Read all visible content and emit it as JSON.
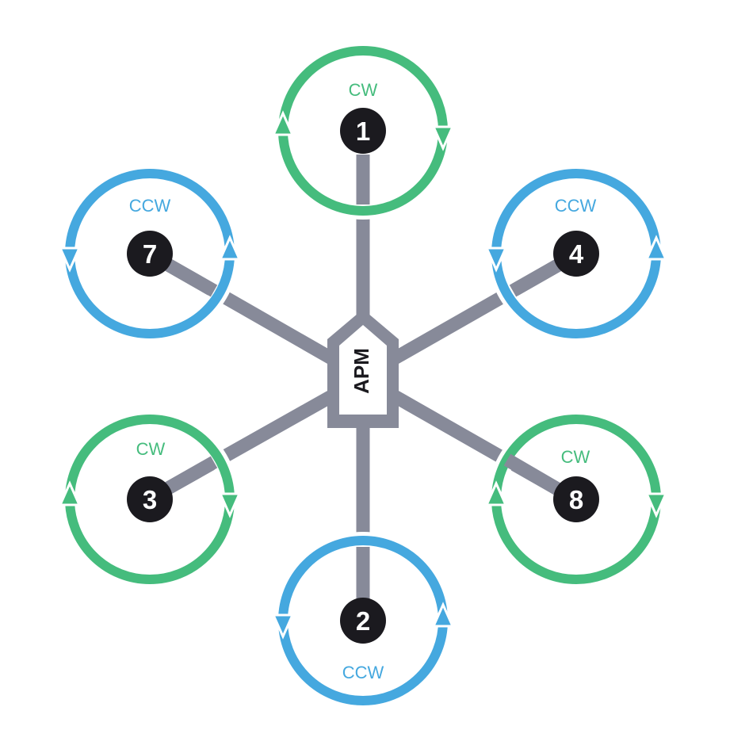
{
  "colors": {
    "cw": "#45bc7d",
    "ccw": "#45a8df",
    "arm": "#878a99",
    "hub": "#1b1a1f",
    "background": "#ffffff"
  },
  "controller": {
    "label": "APM"
  },
  "motors": [
    {
      "id": "motor-1",
      "number": "1",
      "direction": "CW",
      "rotation": "cw"
    },
    {
      "id": "motor-2",
      "number": "2",
      "direction": "CCW",
      "rotation": "ccw"
    },
    {
      "id": "motor-3",
      "number": "3",
      "direction": "CW",
      "rotation": "cw"
    },
    {
      "id": "motor-4",
      "number": "4",
      "direction": "CCW",
      "rotation": "ccw"
    },
    {
      "id": "motor-7",
      "number": "7",
      "direction": "CCW",
      "rotation": "ccw"
    },
    {
      "id": "motor-8",
      "number": "8",
      "direction": "CW",
      "rotation": "cw"
    }
  ]
}
